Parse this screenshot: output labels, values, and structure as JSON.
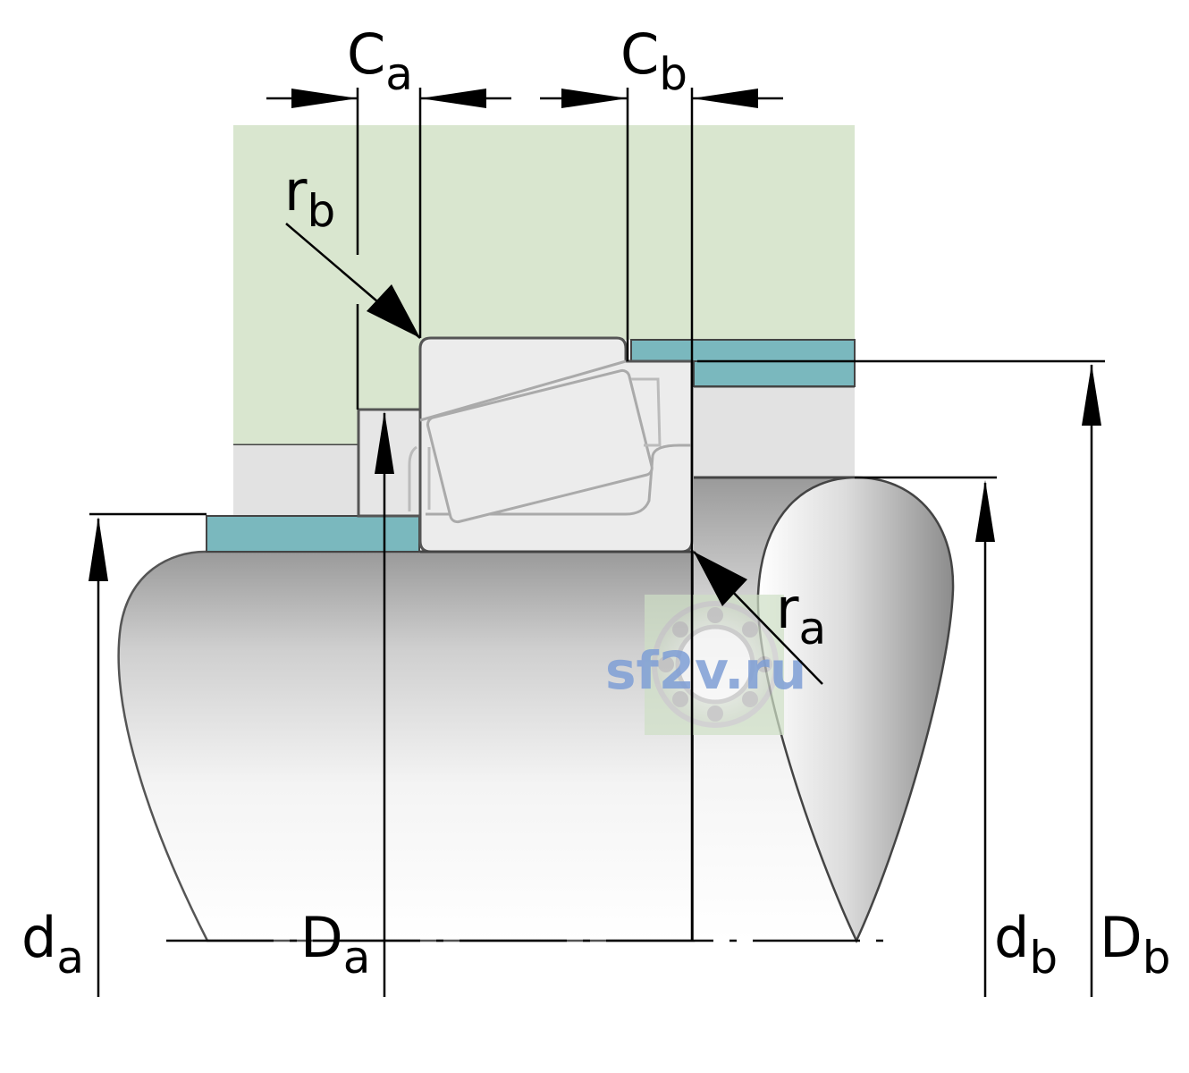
{
  "labels": {
    "ca": {
      "main": "C",
      "sub": "a"
    },
    "cb": {
      "main": "C",
      "sub": "b"
    },
    "rb": {
      "main": "r",
      "sub": "b"
    },
    "ra": {
      "main": "r",
      "sub": "a"
    },
    "da": {
      "main": "d",
      "sub": "a"
    },
    "Da": {
      "main": "D",
      "sub": "a"
    },
    "db": {
      "main": "d",
      "sub": "b"
    },
    "Db": {
      "main": "D",
      "sub": "b"
    }
  },
  "watermark": "sf2v.ru",
  "colors": {
    "housing": "#d9e6cf",
    "spacer": "#7ab8be",
    "bearing": "#ececec",
    "outline": "#444444",
    "line": "#000000"
  }
}
